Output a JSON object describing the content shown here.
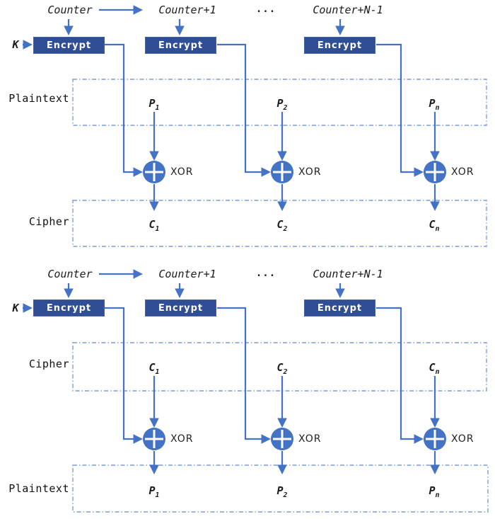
{
  "colors": {
    "line_blue": "#4472c4",
    "encrypt_box_fill": "#2f4e95",
    "dash_border_blue": "#7d9cd6",
    "text_dark": "#1c1c1c",
    "xor_cross_white": "#ffffff"
  },
  "labels": {
    "key": "K",
    "encrypt": "Encrypt",
    "xor": "XOR",
    "ellipsis": "..."
  },
  "top": {
    "counters": [
      "Counter",
      "Counter+1",
      "Counter+N-1"
    ],
    "input_label": "Plaintext",
    "output_label": "Cipher",
    "inputs": [
      {
        "base": "P",
        "sub": "1"
      },
      {
        "base": "P",
        "sub": "2"
      },
      {
        "base": "P",
        "sub": "n"
      }
    ],
    "outputs": [
      {
        "base": "C",
        "sub": "1"
      },
      {
        "base": "C",
        "sub": "2"
      },
      {
        "base": "C",
        "sub": "n"
      }
    ]
  },
  "bottom": {
    "counters": [
      "Counter",
      "Counter+1",
      "Counter+N-1"
    ],
    "input_label": "Cipher",
    "output_label": "Plaintext",
    "inputs": [
      {
        "base": "C",
        "sub": "1"
      },
      {
        "base": "C",
        "sub": "2"
      },
      {
        "base": "C",
        "sub": "n"
      }
    ],
    "outputs": [
      {
        "base": "P",
        "sub": "1"
      },
      {
        "base": "P",
        "sub": "2"
      },
      {
        "base": "P",
        "sub": "n"
      }
    ]
  }
}
